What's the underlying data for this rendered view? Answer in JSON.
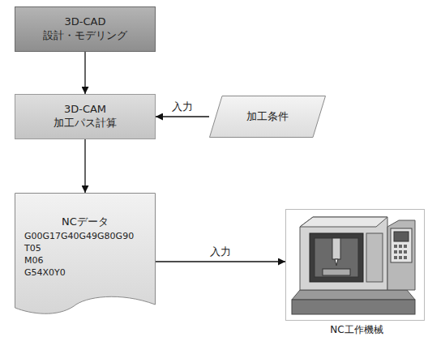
{
  "diagram": {
    "nodes": [
      {
        "text": [
          "3D-CAD",
          "設計・モデリング"
        ]
      },
      {
        "text": [
          "3D-CAM",
          "加工パス計算"
        ]
      },
      {
        "text": [
          "加工条件"
        ]
      },
      {
        "text": [
          "NCデータ",
          "G00G17G40G49G80G90",
          "T05",
          "M06",
          "G54X0Y0"
        ]
      },
      {
        "text": [
          "NC工作機械"
        ]
      }
    ],
    "edges": [
      {
        "from": 0,
        "to": 1,
        "arrow": "to"
      },
      {
        "from": 2,
        "to": 1,
        "label": "入力",
        "arrow": "to"
      },
      {
        "from": 1,
        "to": 3,
        "arrow": "to"
      },
      {
        "from": 3,
        "to": 4,
        "label": "入力",
        "arrow": "to"
      }
    ]
  }
}
